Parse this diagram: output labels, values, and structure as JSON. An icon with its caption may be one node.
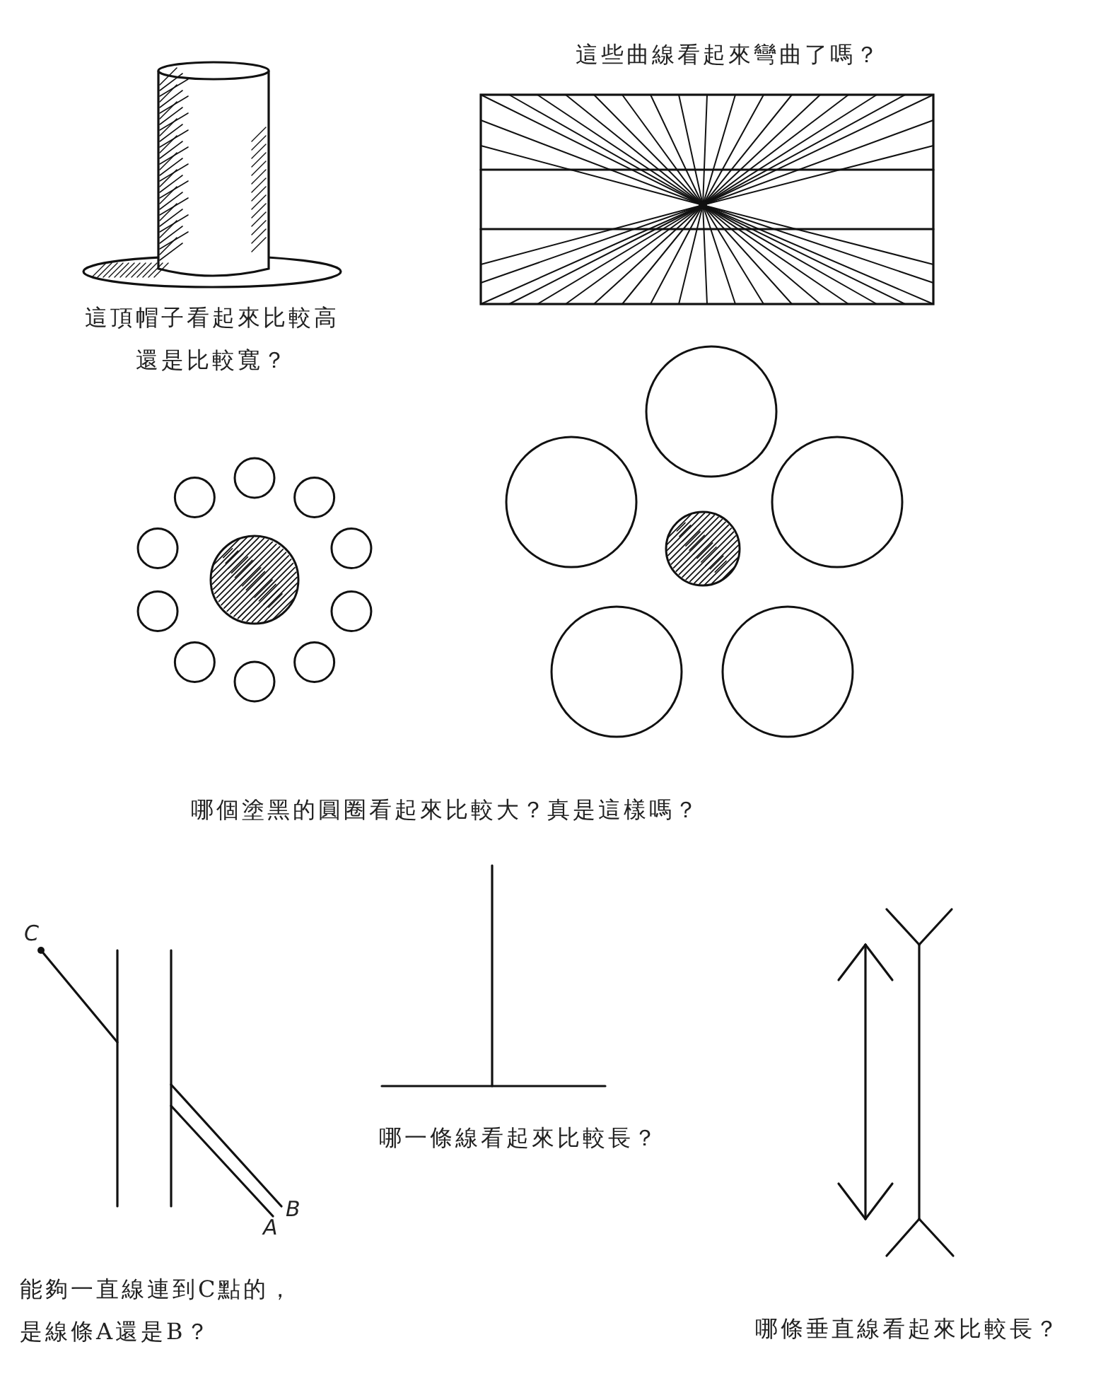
{
  "diagram": {
    "labels": [
      "這些曲線看起來彎曲了嗎？",
      "這頂帽子看起來比較高還是比較寬？",
      "哪個塗黑的圓圈看起來比較大？真是這樣嗎？",
      "C",
      "B",
      "A",
      "哪一條線看起來比較長？",
      "能夠一直線連到C點的，是線條A還是B？",
      "哪條垂直線看起來比較長？"
    ]
  }
}
